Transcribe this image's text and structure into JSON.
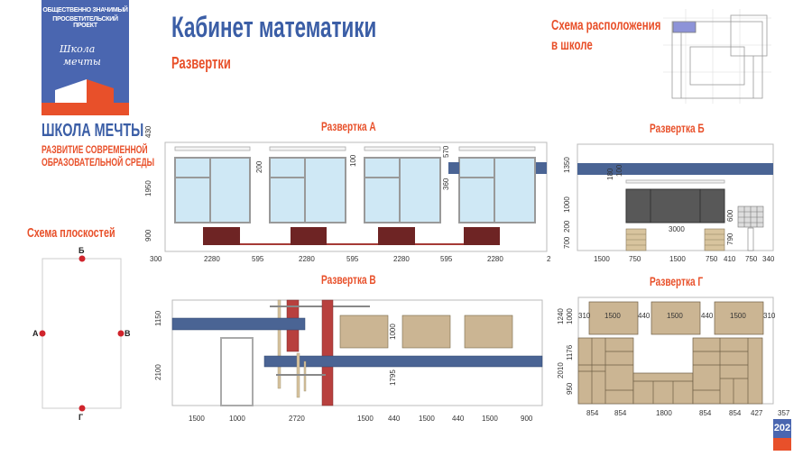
{
  "logo": {
    "top_line1": "ОБЩЕСТВЕННО ЗНАЧИМЫЙ",
    "top_line2": "ПРОСВЕТИТЕЛЬСКИЙ ПРОЕКТ",
    "script_line1": "Школа",
    "script_line2": "мечты",
    "brand": "ШКОЛА МЕЧТЫ",
    "sub_line1": "РАЗВИТИЕ СОВРЕМЕННОЙ",
    "sub_line2": "ОБРАЗОВАТЕЛЬНОЙ СРЕДЫ"
  },
  "header": {
    "title": "Кабинет математики",
    "subtitle": "Развертки",
    "location_line1": "Схема расположения",
    "location_line2": "в школе"
  },
  "plane_scheme": {
    "title": "Схема плоскостей",
    "points": {
      "top": "Б",
      "left": "А",
      "right": "В",
      "bottom": "Г"
    }
  },
  "elevation_a": {
    "title": "Развертка А",
    "bottom_dims": [
      "300",
      "2280",
      "595",
      "2280",
      "595",
      "2280",
      "595",
      "2280",
      "2"
    ],
    "left_dims": [
      "430",
      "1950",
      "900"
    ],
    "inner_dims": [
      "200",
      "100",
      "570",
      "360"
    ]
  },
  "elevation_b": {
    "title": "Развертка Б",
    "bottom_dims": [
      "1500",
      "750",
      "1500",
      "750",
      "410",
      "750",
      "340"
    ],
    "left_dims": [
      "1350",
      "1000",
      "200",
      "700"
    ],
    "inner_dims": [
      "180",
      "100",
      "600",
      "790",
      "3000"
    ]
  },
  "elevation_v": {
    "title": "Развертка В",
    "bottom_dims": [
      "1500",
      "1000",
      "2720",
      "1500",
      "440",
      "1500",
      "440",
      "1500",
      "900"
    ],
    "left_dims": [
      "1150",
      "2100"
    ],
    "inner_dims": [
      "1000",
      "1795"
    ]
  },
  "elevation_g": {
    "title": "Развертка Г",
    "bottom_dims": [
      "854",
      "854",
      "1800",
      "854",
      "854",
      "427",
      "357"
    ],
    "left_dims": [
      "1240",
      "1000",
      "1176",
      "2010",
      "950"
    ],
    "top_dims": [
      "310",
      "1500",
      "440",
      "1500",
      "440",
      "1500",
      "310"
    ]
  },
  "page_number": "202",
  "colors": {
    "blue": "#3b5ea6",
    "orange": "#e8502a",
    "beam": "#4a6494",
    "red": "#b8403e",
    "wood": "#cbb593",
    "glass": "#cfe8f5"
  }
}
